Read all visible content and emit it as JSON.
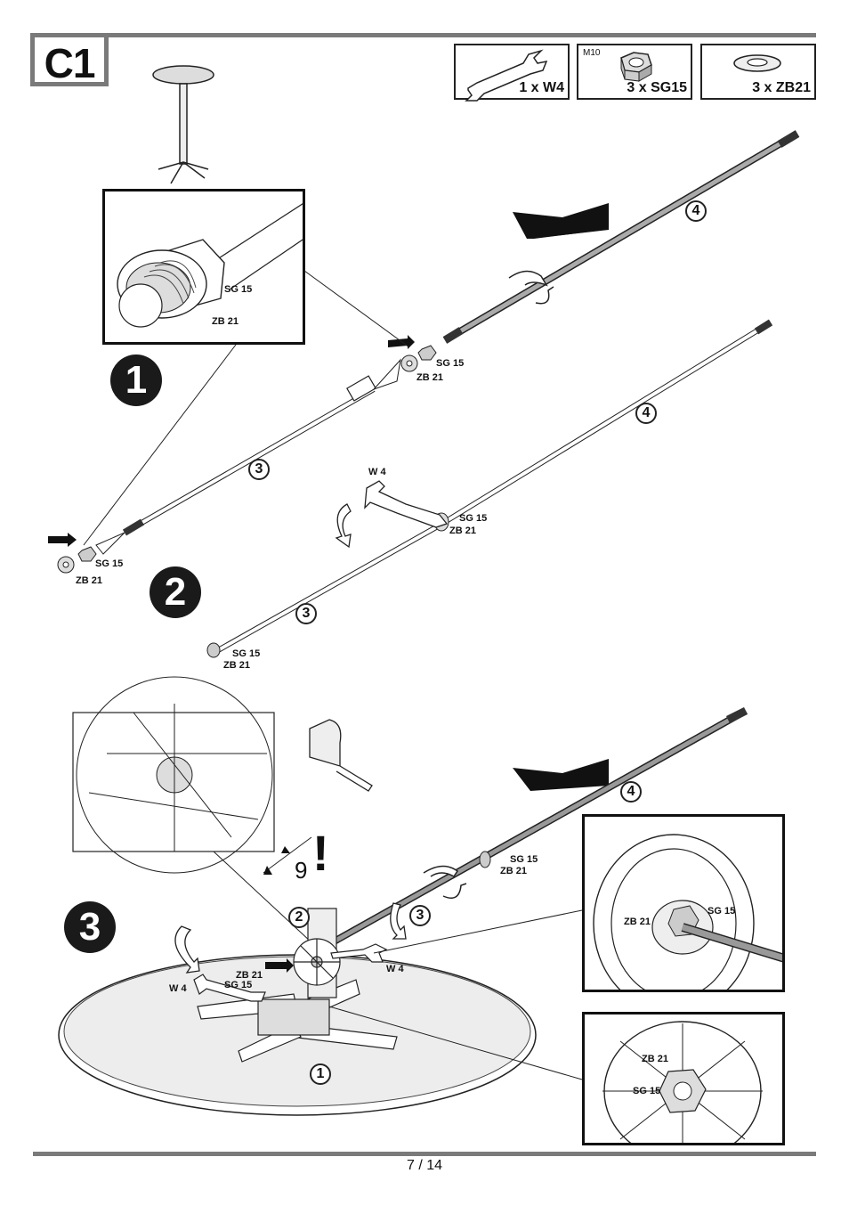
{
  "header": {
    "step_code": "C1",
    "parts": [
      {
        "spec": "",
        "qty": "1 x W4",
        "icon": "wrench-icon"
      },
      {
        "spec": "M10",
        "qty": "3 x SG15",
        "icon": "hex-nut-icon"
      },
      {
        "spec": "",
        "qty": "3 x ZB21",
        "icon": "washer-icon"
      }
    ]
  },
  "steps": {
    "one": "1",
    "two": "2",
    "three": "3"
  },
  "part_numbers": {
    "base": "1",
    "column_bracket": "2",
    "rod_3": "3",
    "rod_4": "4"
  },
  "labels": {
    "sg15": "SG 15",
    "zb21": "ZB 21",
    "w4": "W 4"
  },
  "measure": {
    "value": "9",
    "mark": "!"
  },
  "footer": {
    "page": "7 / 14"
  }
}
